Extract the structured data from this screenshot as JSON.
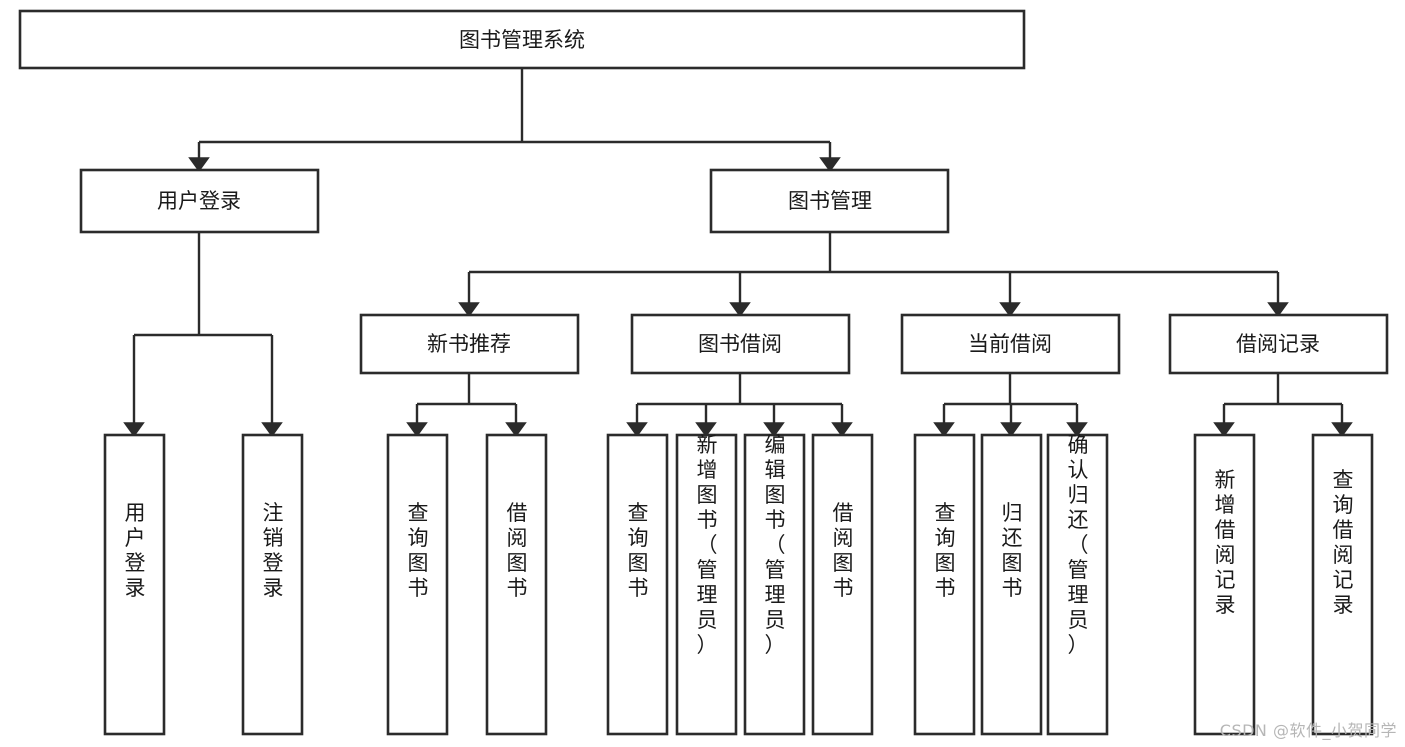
{
  "diagram": {
    "type": "tree",
    "title": "图书管理系统",
    "orientation": "top-down",
    "root": {
      "id": "root",
      "label": "图书管理系统"
    },
    "level2": [
      {
        "id": "user-login",
        "label": "用户登录"
      },
      {
        "id": "book-management",
        "label": "图书管理"
      }
    ],
    "level3": [
      {
        "id": "new-book-recommend",
        "label": "新书推荐",
        "parent": "book-management"
      },
      {
        "id": "book-borrow",
        "label": "图书借阅",
        "parent": "book-management"
      },
      {
        "id": "current-borrow",
        "label": "当前借阅",
        "parent": "book-management"
      },
      {
        "id": "borrow-record",
        "label": "借阅记录",
        "parent": "book-management"
      }
    ],
    "leaves": [
      {
        "id": "leaf-user-login",
        "label": "用户登录",
        "parent": "user-login"
      },
      {
        "id": "leaf-user-logout",
        "label": "注销登录",
        "parent": "user-login"
      },
      {
        "id": "leaf-query-book-1",
        "label": "查询图书",
        "parent": "new-book-recommend"
      },
      {
        "id": "leaf-borrow-book-1",
        "label": "借阅图书",
        "parent": "new-book-recommend"
      },
      {
        "id": "leaf-query-book-2",
        "label": "查询图书",
        "parent": "book-borrow"
      },
      {
        "id": "leaf-add-book",
        "label": "新增图书（管理员）",
        "parent": "book-borrow"
      },
      {
        "id": "leaf-edit-book",
        "label": "编辑图书（管理员）",
        "parent": "book-borrow"
      },
      {
        "id": "leaf-borrow-book-2",
        "label": "借阅图书",
        "parent": "book-borrow"
      },
      {
        "id": "leaf-query-book-3",
        "label": "查询图书",
        "parent": "current-borrow"
      },
      {
        "id": "leaf-return-book",
        "label": "归还图书",
        "parent": "current-borrow"
      },
      {
        "id": "leaf-confirm-return",
        "label": "确认归还（管理员）",
        "parent": "current-borrow"
      },
      {
        "id": "leaf-add-record",
        "label": "新增借阅记录",
        "parent": "borrow-record"
      },
      {
        "id": "leaf-query-record",
        "label": "查询借阅记录",
        "parent": "borrow-record"
      }
    ],
    "colors": {
      "background": "#ffffff",
      "stroke": "#2b2b2b",
      "fill": "#ffffff",
      "text": "#1a1a1a",
      "watermark": "#b6b6b6"
    }
  },
  "watermark": {
    "text": "CSDN @软件_小贺同学"
  }
}
